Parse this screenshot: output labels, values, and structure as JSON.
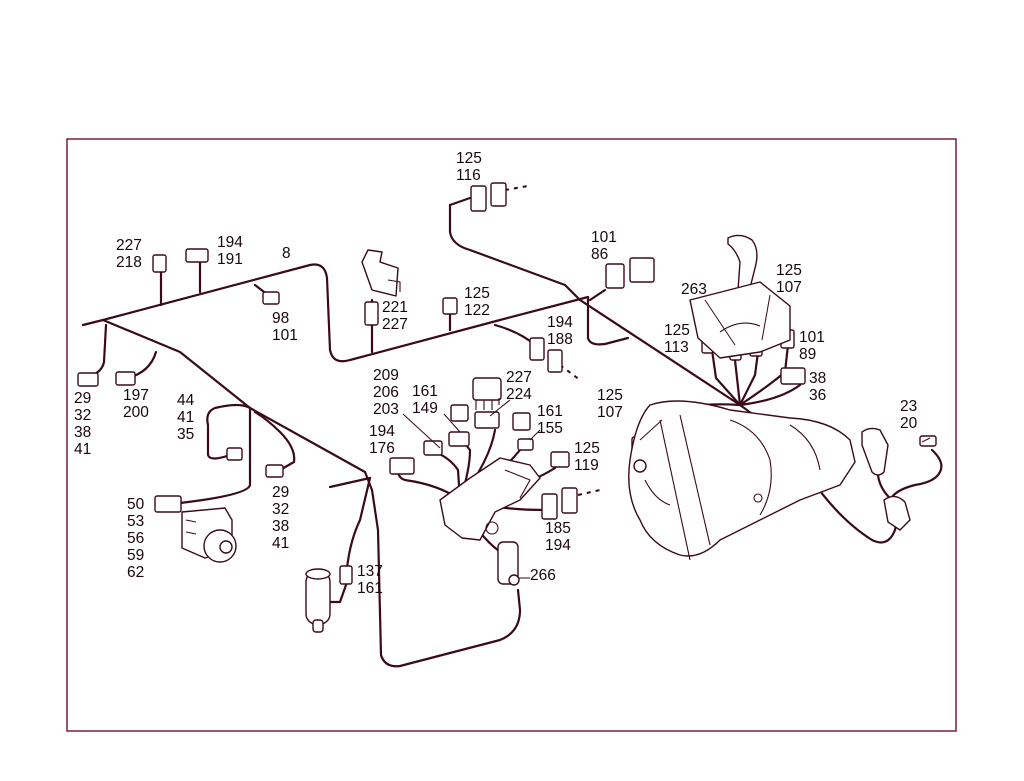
{
  "diagram": {
    "frame_color": "#6b1026",
    "line_color": "#3a0a1a",
    "callouts": [
      {
        "id": "c1",
        "lines": [
          "125",
          "116"
        ]
      },
      {
        "id": "c2",
        "lines": [
          "227",
          "218"
        ]
      },
      {
        "id": "c3",
        "lines": [
          "194",
          "191"
        ]
      },
      {
        "id": "c4",
        "lines": [
          "8"
        ]
      },
      {
        "id": "c5",
        "lines": [
          "98",
          "101"
        ]
      },
      {
        "id": "c6",
        "lines": [
          "221",
          "227"
        ]
      },
      {
        "id": "c7",
        "lines": [
          "125",
          "122"
        ]
      },
      {
        "id": "c8",
        "lines": [
          "101",
          "86"
        ]
      },
      {
        "id": "c9",
        "lines": [
          "194",
          "188"
        ]
      },
      {
        "id": "c10",
        "lines": [
          "263"
        ]
      },
      {
        "id": "c11",
        "lines": [
          "125",
          "107"
        ]
      },
      {
        "id": "c12",
        "lines": [
          "125",
          "113"
        ]
      },
      {
        "id": "c13",
        "lines": [
          "101",
          "89"
        ]
      },
      {
        "id": "c14",
        "lines": [
          "38",
          "36"
        ]
      },
      {
        "id": "c15",
        "lines": [
          "29",
          "32",
          "38",
          "41"
        ]
      },
      {
        "id": "c16",
        "lines": [
          "197",
          "200"
        ]
      },
      {
        "id": "c17",
        "lines": [
          "44",
          "41",
          "35"
        ]
      },
      {
        "id": "c18",
        "lines": [
          "209",
          "206",
          "203"
        ]
      },
      {
        "id": "c19",
        "lines": [
          "161",
          "149"
        ]
      },
      {
        "id": "c20",
        "lines": [
          "227",
          "224"
        ]
      },
      {
        "id": "c21",
        "lines": [
          "161",
          "155"
        ]
      },
      {
        "id": "c22",
        "lines": [
          "125",
          "107"
        ]
      },
      {
        "id": "c23",
        "lines": [
          "23",
          "20"
        ]
      },
      {
        "id": "c24",
        "lines": [
          "194",
          "176"
        ]
      },
      {
        "id": "c25",
        "lines": [
          "125",
          "119"
        ]
      },
      {
        "id": "c26",
        "lines": [
          "29",
          "32",
          "38",
          "41"
        ]
      },
      {
        "id": "c27",
        "lines": [
          "50",
          "53",
          "56",
          "59",
          "62"
        ]
      },
      {
        "id": "c28",
        "lines": [
          "185",
          "194"
        ]
      },
      {
        "id": "c29",
        "lines": [
          "266"
        ]
      },
      {
        "id": "c30",
        "lines": [
          "137",
          "161"
        ]
      }
    ]
  }
}
